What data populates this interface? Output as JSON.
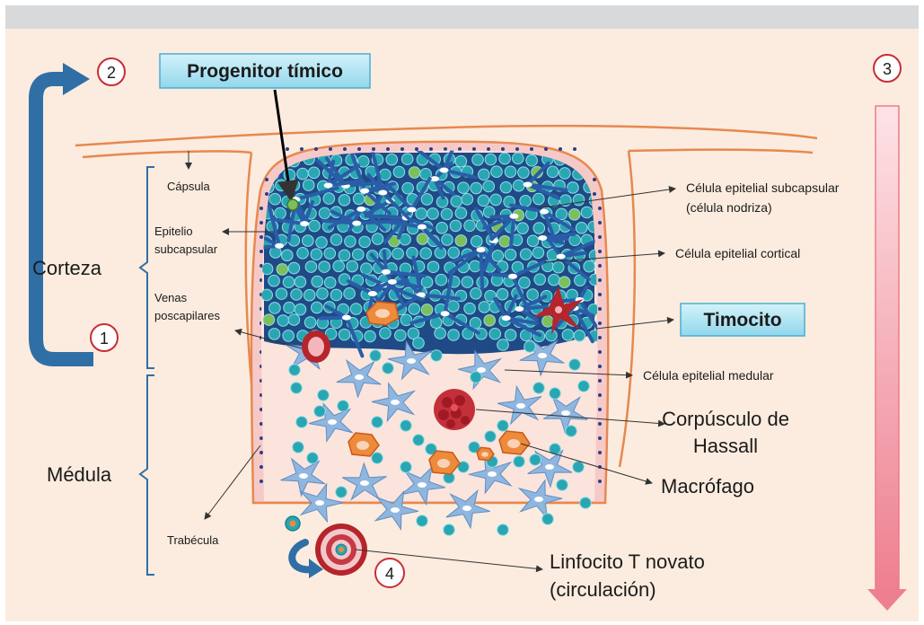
{
  "steps": {
    "one": "1",
    "two": "2",
    "three": "3",
    "four": "4"
  },
  "boxes": {
    "progenitor": "Progenitor tímico",
    "timocito": "Timocito"
  },
  "regions": {
    "corteza": "Corteza",
    "medula": "Médula"
  },
  "left_labels": {
    "capsula": "Cápsula",
    "epitelio_1": "Epitelio",
    "epitelio_2": "subcapsular",
    "venas_1": "Venas",
    "venas_2": "poscapilares",
    "trabecula": "Trabécula"
  },
  "right_labels": {
    "subcapsular_1": "Célula epitelial subcapsular",
    "subcapsular_2": "(célula nodriza)",
    "cortical": "Célula epitelial cortical",
    "medular": "Célula epitelial medular",
    "hassall_1": "Corpúsculo de",
    "hassall_2": "Hassall",
    "macrofago": "Macrófago",
    "linfocito_1": "Linfocito T novato",
    "linfocito_2": "(circulación)"
  },
  "colors": {
    "background": "#fbecdf",
    "capsule": "#e8884e",
    "thymocyte": "#2aa6b3",
    "cortical_epithelium": "#24579c",
    "medullary_epithelium": "#7fa9d6",
    "arrow_blue": "#2f6fa6",
    "arrow_pink": "#f39aa6"
  }
}
